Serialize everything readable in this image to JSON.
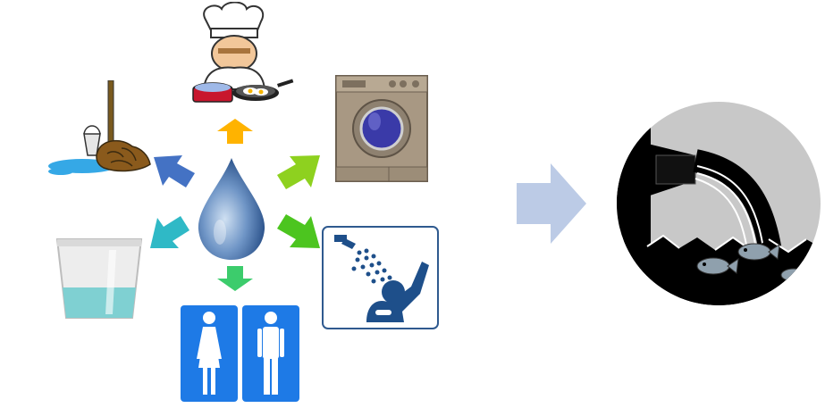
{
  "diagram": {
    "center": {
      "icon": "water-drop-icon",
      "color": "#3f6fa8"
    },
    "uses": [
      {
        "id": "cooking",
        "icon": "chef-cooking-icon",
        "arrow_color": "#ffb300"
      },
      {
        "id": "laundry",
        "icon": "washing-machine-icon",
        "arrow_color": "#8ed11f"
      },
      {
        "id": "shower",
        "icon": "shower-icon",
        "arrow_color": "#4cc51f"
      },
      {
        "id": "toilet",
        "icon": "restroom-icon",
        "arrow_color": "#3ccc6c"
      },
      {
        "id": "drinking",
        "icon": "water-glass-icon",
        "arrow_color": "#2fb9c6"
      },
      {
        "id": "cleaning",
        "icon": "mop-bucket-icon",
        "arrow_color": "#4472c4"
      }
    ],
    "flow_arrow": {
      "icon": "right-arrow-icon",
      "color": "#bccbe6"
    },
    "result": {
      "icon": "wastewater-discharge-icon"
    }
  }
}
